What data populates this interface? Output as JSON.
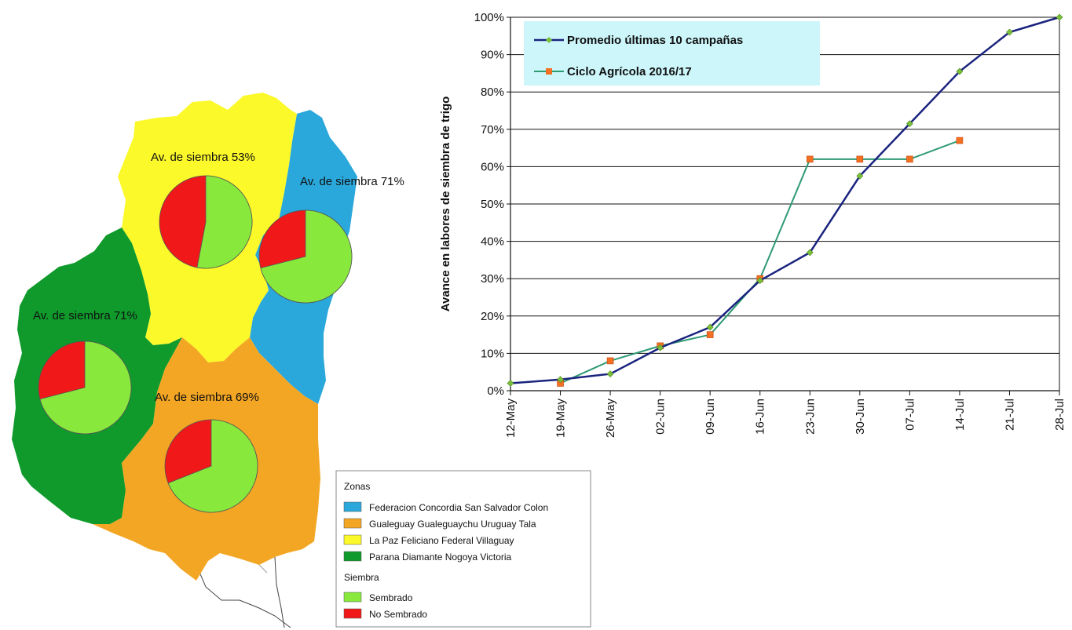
{
  "colors": {
    "blue_zone": "#2aa7db",
    "orange_zone": "#f3a623",
    "yellow_zone": "#fbf92a",
    "green_zone": "#0f9a2b",
    "sembrado": "#88e83c",
    "no_sembrado": "#f01818",
    "series_promedio": "#1a237e",
    "series_promedio_marker": "#7cbf3a",
    "series_ciclo": "#2e9a73",
    "series_ciclo_marker": "#f36f22",
    "chart_legend_bg": "#ccf6fa"
  },
  "map": {
    "zone_labels": [
      "Av. de siembra 53%",
      "Av. de siembra 71%",
      "Av. de siembra 71%",
      "Av. de siembra 69%"
    ],
    "pies": [
      {
        "zone": "La Paz Feliciano Federal  Villaguay",
        "sembrado_pct": 53
      },
      {
        "zone": "Federacion Concordia San Salvador Colon",
        "sembrado_pct": 71
      },
      {
        "zone": "Parana Diamante Nogoya Victoria",
        "sembrado_pct": 71
      },
      {
        "zone": "Gualeguay Gualeguaychu Uruguay  Tala",
        "sembrado_pct": 69
      }
    ],
    "legend": {
      "zonas_title": "Zonas",
      "zonas": [
        "Federacion Concordia San Salvador Colon",
        "Gualeguay Gualeguaychu Uruguay  Tala",
        "La Paz Feliciano Federal  Villaguay",
        "Parana Diamante Nogoya Victoria"
      ],
      "siembra_title": "Siembra",
      "siembra": [
        "Sembrado",
        "No Sembrado"
      ]
    }
  },
  "chart_data": {
    "type": "line",
    "ylabel": "Avance en labores de siembra de trigo",
    "xlabel": "",
    "title": "",
    "ylim": [
      0,
      100
    ],
    "y_ticks": [
      "0%",
      "10%",
      "20%",
      "30%",
      "40%",
      "50%",
      "60%",
      "70%",
      "80%",
      "90%",
      "100%"
    ],
    "x": [
      "12-May",
      "19-May",
      "26-May",
      "02-Jun",
      "09-Jun",
      "16-Jun",
      "23-Jun",
      "30-Jun",
      "07-Jul",
      "14-Jul",
      "21-Jul",
      "28-Jul"
    ],
    "grid": true,
    "legend_placement": "top-left",
    "series": [
      {
        "name": "Promedio últimas 10 campañas",
        "values": [
          2,
          3,
          4.5,
          11.5,
          17,
          29.5,
          37,
          57.5,
          71.5,
          85.5,
          96,
          100
        ]
      },
      {
        "name": "Ciclo Agrícola 2016/17",
        "values": [
          null,
          2,
          8,
          12,
          15,
          30,
          62,
          62,
          62,
          67,
          null,
          null
        ]
      }
    ]
  }
}
